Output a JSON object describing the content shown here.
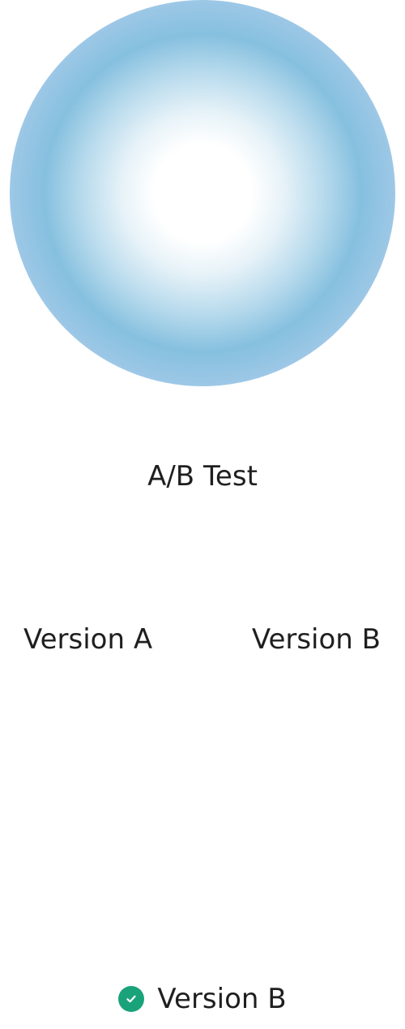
{
  "title": "A/B Test",
  "options": [
    {
      "label": "Version A"
    },
    {
      "label": "Version B"
    }
  ],
  "result": {
    "label": "Version B",
    "icon": "check-circle-icon",
    "color": "#1aa37a"
  }
}
